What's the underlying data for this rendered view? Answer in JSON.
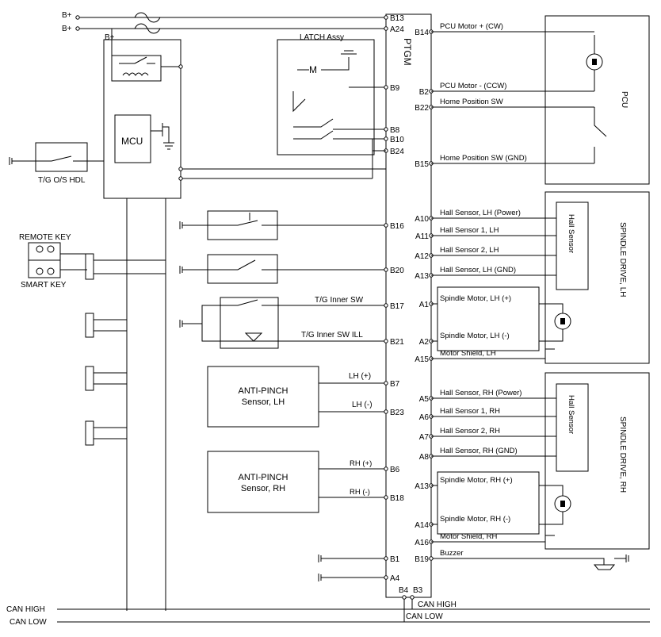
{
  "diagram": {
    "colors": {
      "line": "#000000",
      "background": "#ffffff"
    },
    "supply": {
      "bplus_1": "B+",
      "bplus_2": "B+",
      "bplus_ptgm": "B+"
    },
    "ptgm": {
      "title": "PTGM"
    },
    "latch": {
      "title": "LATCH Assy",
      "motor": "M"
    },
    "mcu": {
      "title": "MCU"
    },
    "tg_os": {
      "label": "T/G  O/S HDL"
    },
    "keys": {
      "remote": "REMOTE KEY",
      "smart": "SMART KEY"
    },
    "tg_inner": {
      "sw": "T/G Inner SW",
      "sw_ill": "T/G Inner SW ILL"
    },
    "anti_pinch_lh": {
      "line1": "ANTI-PINCH",
      "line2": "Sensor, LH",
      "pos": "LH (+)",
      "neg": "LH (-)"
    },
    "anti_pinch_rh": {
      "line1": "ANTI-PINCH",
      "line2": "Sensor, RH",
      "pos": "RH (+)",
      "neg": "RH (-)"
    },
    "pcu": {
      "title": "PCU"
    },
    "spindle_lh": {
      "title": "SPINDLE DRIVE, LH",
      "hall": "Hall Sensor"
    },
    "spindle_rh": {
      "title": "SPINDLE DRIVE, RH",
      "hall": "Hall Sensor"
    },
    "bus": {
      "can_high": "CAN HIGH",
      "can_low": "CAN LOW",
      "can_high_ptgm": "CAN HIGH",
      "can_low_ptgm": "CAN LOW"
    },
    "pins": {
      "B13": "B13",
      "A24": "A24",
      "B9": "B9",
      "B8": "B8",
      "B10": "B10",
      "B24": "B24",
      "B16": "B16",
      "B20": "B20",
      "B17": "B17",
      "B21": "B21",
      "B7": "B7",
      "B23": "B23",
      "B6": "B6",
      "B18": "B18",
      "B1": "B1",
      "A4": "A4",
      "B4": "B4",
      "B3": "B3",
      "B14": "B14",
      "B2": "B2",
      "B22": "B22",
      "B15": "B15",
      "A10": "A10",
      "A11": "A11",
      "A12": "A12",
      "A13": "A13",
      "A1": "A1",
      "A2": "A2",
      "A15": "A15",
      "A5": "A5",
      "A6": "A6",
      "A7": "A7",
      "A8": "A8",
      "A13b": "A13",
      "A14": "A14",
      "A16": "A16",
      "B19": "B19"
    },
    "signals": {
      "pcu_motor_cw": "PCU Motor + (CW)",
      "pcu_motor_ccw": "PCU Motor - (CCW)",
      "home_sw": "Home Position SW",
      "home_sw_gnd": "Home Position SW (GND)",
      "hall_lh_power": "Hall Sensor, LH (Power)",
      "hall_lh_1": "Hall Sensor 1, LH",
      "hall_lh_2": "Hall Sensor 2, LH",
      "hall_lh_gnd": "Hall Sensor, LH (GND)",
      "spindle_lh_pos": "Spindle Motor, LH (+)",
      "spindle_lh_neg": "Spindle Motor, LH (-)",
      "shield_lh": "Motor Shield, LH",
      "hall_rh_power": "Hall Sensor, RH (Power)",
      "hall_rh_1": "Hall Sensor 1, RH",
      "hall_rh_2": "Hall Sensor 2, RH",
      "hall_rh_gnd": "Hall Sensor, RH (GND)",
      "spindle_rh_pos": "Spindle Motor, RH (+)",
      "spindle_rh_neg": "Spindle Motor, RH (-)",
      "shield_rh": "Motor Shield, RH",
      "buzzer": "Buzzer"
    }
  }
}
